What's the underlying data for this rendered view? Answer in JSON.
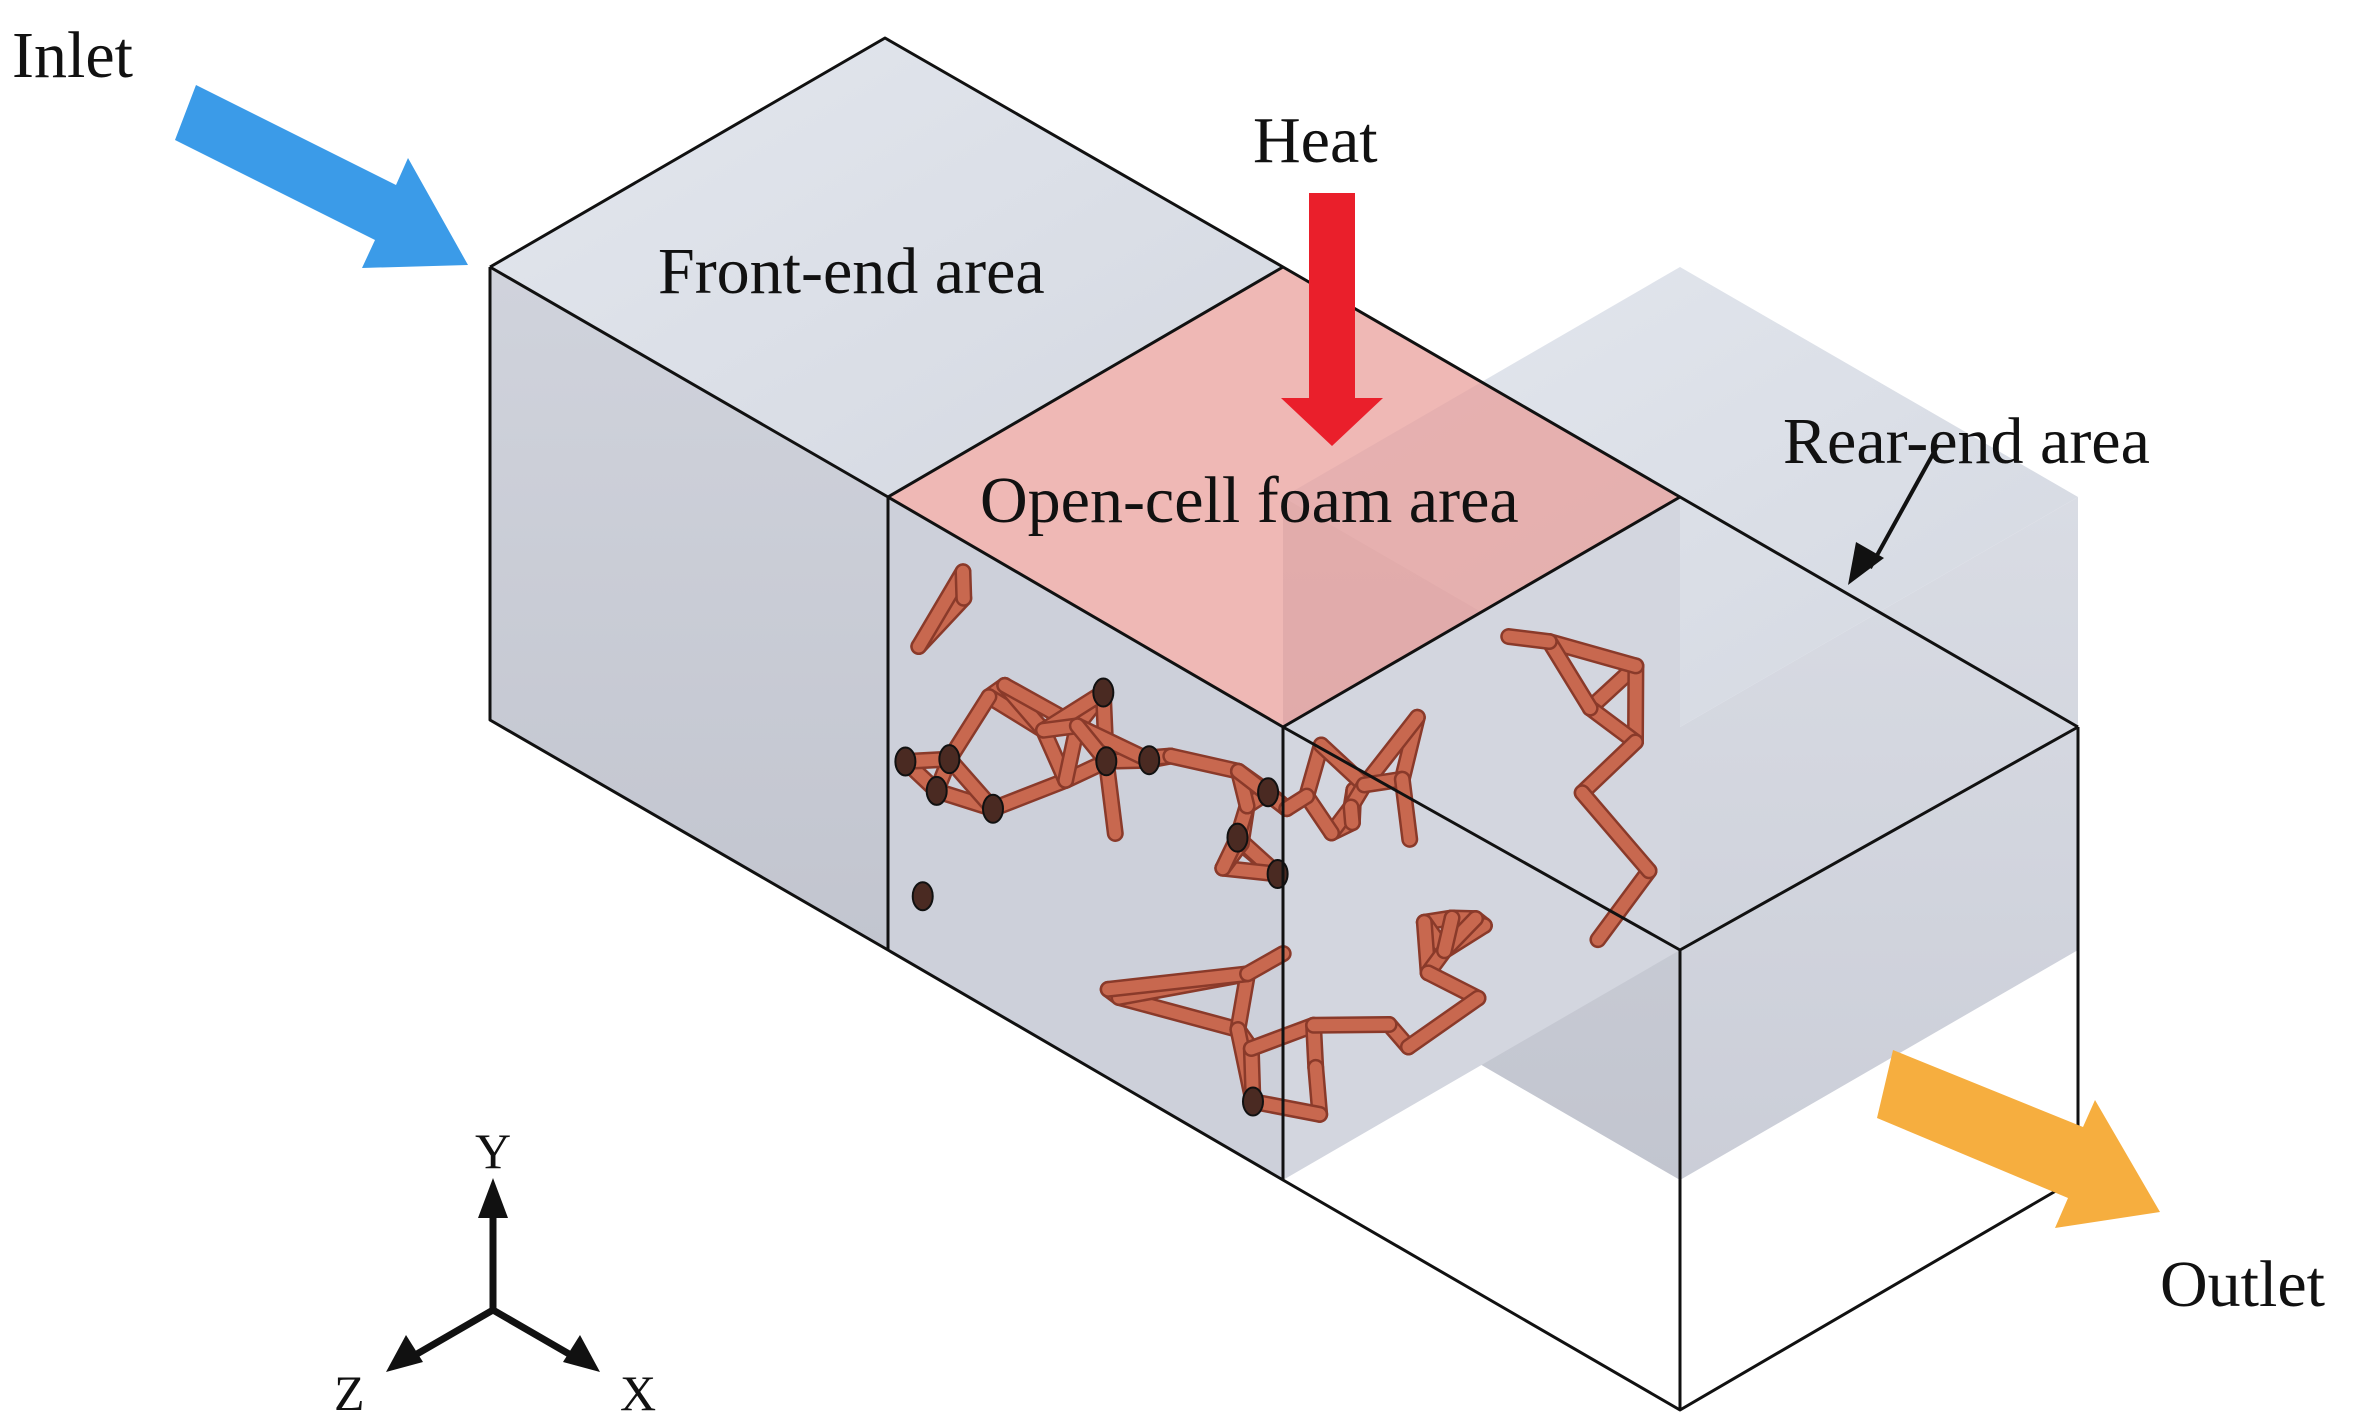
{
  "labels": {
    "inlet": "Inlet",
    "outlet": "Outlet",
    "heat": "Heat",
    "front_end": "Front-end area",
    "foam": "Open-cell foam area",
    "rear_end": "Rear-end area"
  },
  "axes": {
    "y": "Y",
    "z": "Z",
    "x": "X"
  },
  "colors": {
    "inlet_arrow": "#3b9be8",
    "outlet_arrow": "#f6ae3f",
    "heat_arrow": "#ea1f2b",
    "foam": "#c8684f",
    "foam_top": "#ebb0ad",
    "box_top": "#dfe3ea",
    "box_side": "#c9ccd6",
    "box_front": "#d5d8e1"
  }
}
